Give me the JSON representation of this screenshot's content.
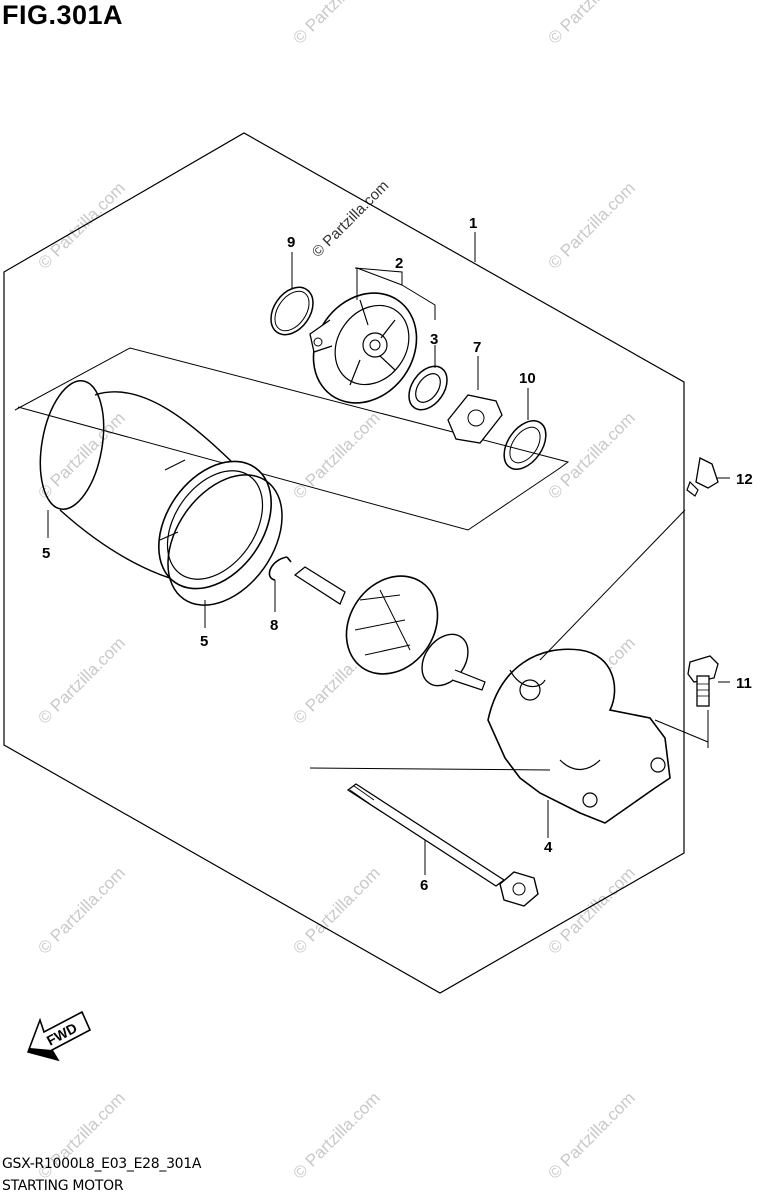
{
  "figure_title": "FIG.301A",
  "watermark_text": "© Partzilla.com",
  "fwd_label": "FWD",
  "footer": {
    "code": "GSX-R1000L8_E03_E28_301A",
    "name": "STARTING MOTOR"
  },
  "callouts": {
    "c1": "1",
    "c2": "2",
    "c3": "3",
    "c4": "4",
    "c5a": "5",
    "c5b": "5",
    "c6": "6",
    "c7": "7",
    "c8": "8",
    "c9": "9",
    "c10": "10",
    "c11": "11",
    "c12": "12"
  },
  "colors": {
    "line": "#000000",
    "watermark": "#c9c9c9",
    "part_shade": "#d9d9d9"
  }
}
